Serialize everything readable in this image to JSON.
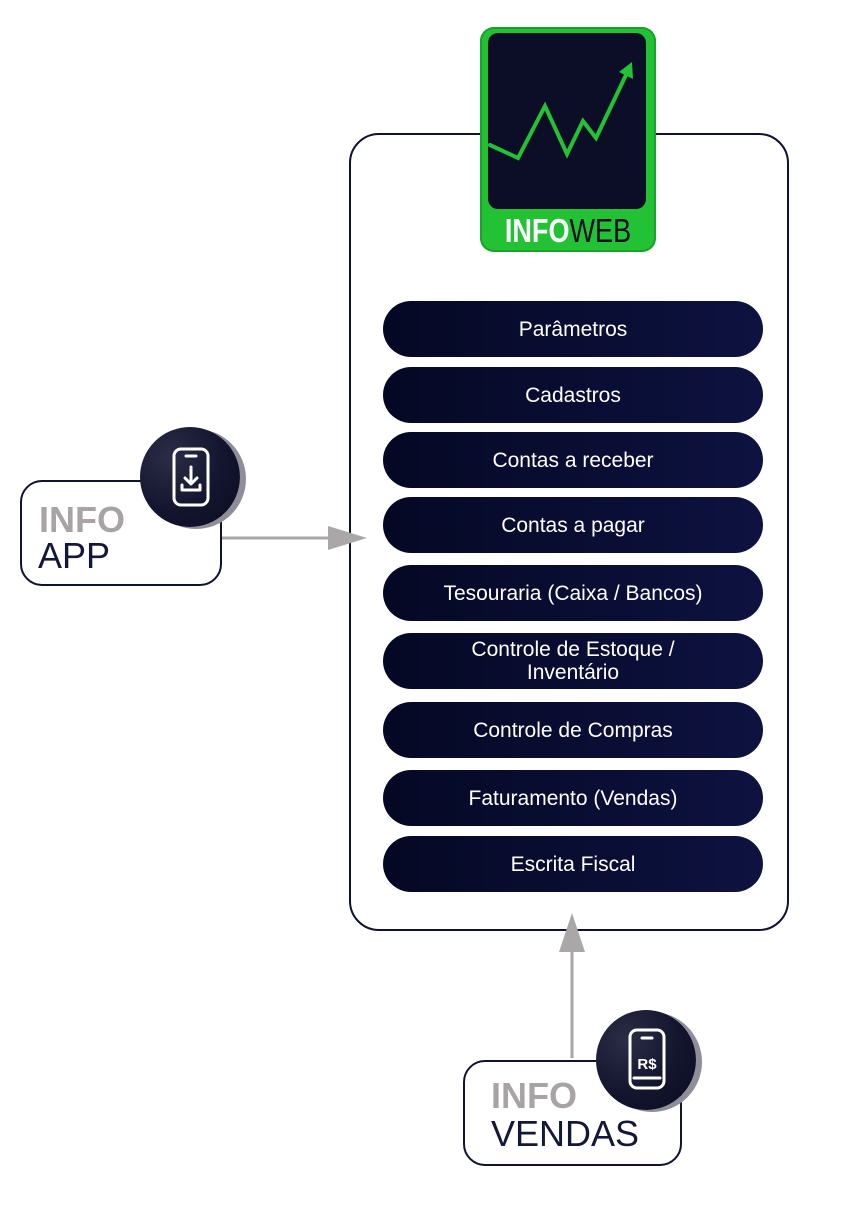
{
  "logo": {
    "bold": "INFO",
    "light": "WEB"
  },
  "modules": [
    "Parâmetros",
    "Cadastros",
    "Contas a receber",
    "Contas a pagar",
    "Tesouraria (Caixa / Bancos)",
    "Controle de Estoque / Inventário",
    "Controle de Compras",
    "Faturamento (Vendas)",
    "Escrita Fiscal"
  ],
  "info_app": {
    "top": "INFO",
    "bottom": "APP",
    "icon": "phone-download-icon"
  },
  "info_vendas": {
    "top": "INFO",
    "bottom": "VENDAS",
    "icon": "phone-currency-icon",
    "icon_text": "R$"
  },
  "colors": {
    "navy": "#0b0e26",
    "green": "#22c234",
    "gray": "#a8a4a5",
    "arrow": "#a9a7a8"
  }
}
